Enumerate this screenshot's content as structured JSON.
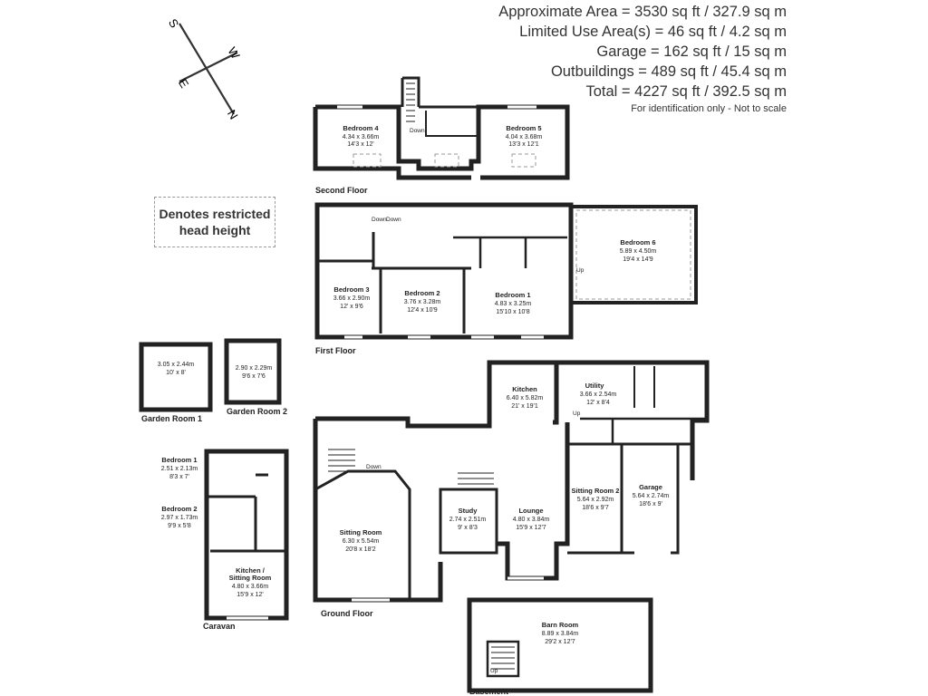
{
  "areas": {
    "approximate": "Approximate Area = 3530 sq ft / 327.9 sq m",
    "limited_use": "Limited Use Area(s) = 46 sq ft / 4.2 sq m",
    "garage": "Garage = 162 sq ft / 15 sq m",
    "outbuildings": "Outbuildings = 489 sq ft / 45.4 sq m",
    "total": "Total = 4227 sq ft / 392.5 sq m",
    "note": "For identification only - Not to scale"
  },
  "legend": {
    "line1": "Denotes restricted",
    "line2": "head height"
  },
  "compass": {
    "s": "S",
    "w": "W",
    "e": "E",
    "n": "N"
  },
  "floors": {
    "second": "Second Floor",
    "first": "First Floor",
    "ground": "Ground Floor",
    "basement": "Basement",
    "caravan": "Caravan",
    "garden1": "Garden Room 1",
    "garden2": "Garden Room 2"
  },
  "rooms": {
    "bed4": {
      "name": "Bedroom 4",
      "m": "4.34 x 3.66m",
      "ft": "14'3 x 12'"
    },
    "bed5": {
      "name": "Bedroom 5",
      "m": "4.04 x 3.68m",
      "ft": "13'3 x 12'1"
    },
    "bed3": {
      "name": "Bedroom 3",
      "m": "3.66 x 2.90m",
      "ft": "12' x 9'6"
    },
    "bed2": {
      "name": "Bedroom 2",
      "m": "3.76 x 3.28m",
      "ft": "12'4 x 10'9"
    },
    "bed1": {
      "name": "Bedroom 1",
      "m": "4.83 x 3.25m",
      "ft": "15'10 x 10'8"
    },
    "bed6": {
      "name": "Bedroom 6",
      "m": "5.89 x 4.50m",
      "ft": "19'4 x 14'9"
    },
    "kitchen": {
      "name": "Kitchen",
      "m": "6.40 x 5.82m",
      "ft": "21' x 19'1"
    },
    "utility": {
      "name": "Utility",
      "m": "3.66 x 2.54m",
      "ft": "12' x 8'4"
    },
    "sitting2": {
      "name": "Sitting Room 2",
      "m": "5.64 x 2.92m",
      "ft": "18'6 x 9'7"
    },
    "garage": {
      "name": "Garage",
      "m": "5.64 x 2.74m",
      "ft": "18'6 x 9'"
    },
    "lounge": {
      "name": "Lounge",
      "m": "4.80 x 3.84m",
      "ft": "15'9 x 12'7"
    },
    "study": {
      "name": "Study",
      "m": "2.74 x 2.51m",
      "ft": "9' x 8'3"
    },
    "sitting": {
      "name": "Sitting Room",
      "m": "6.30 x 5.54m",
      "ft": "20'8 x 18'2"
    },
    "gr1": {
      "m": "3.05 x 2.44m",
      "ft": "10' x 8'"
    },
    "gr2": {
      "m": "2.90 x 2.29m",
      "ft": "9'6 x 7'6"
    },
    "cbed1": {
      "name": "Bedroom 1",
      "m": "2.51 x 2.13m",
      "ft": "8'3 x 7'"
    },
    "cbed2": {
      "name": "Bedroom 2",
      "m": "2.97 x 1.73m",
      "ft": "9'9 x 5'8"
    },
    "ckitchen": {
      "name1": "Kitchen /",
      "name2": "Sitting Room",
      "m": "4.80 x 3.66m",
      "ft": "15'9 x 12'"
    },
    "barn": {
      "name": "Barn Room",
      "m": "8.89 x 3.84m",
      "ft": "29'2 x 12'7"
    }
  },
  "annotations": {
    "down": "Down",
    "up": "Up"
  }
}
